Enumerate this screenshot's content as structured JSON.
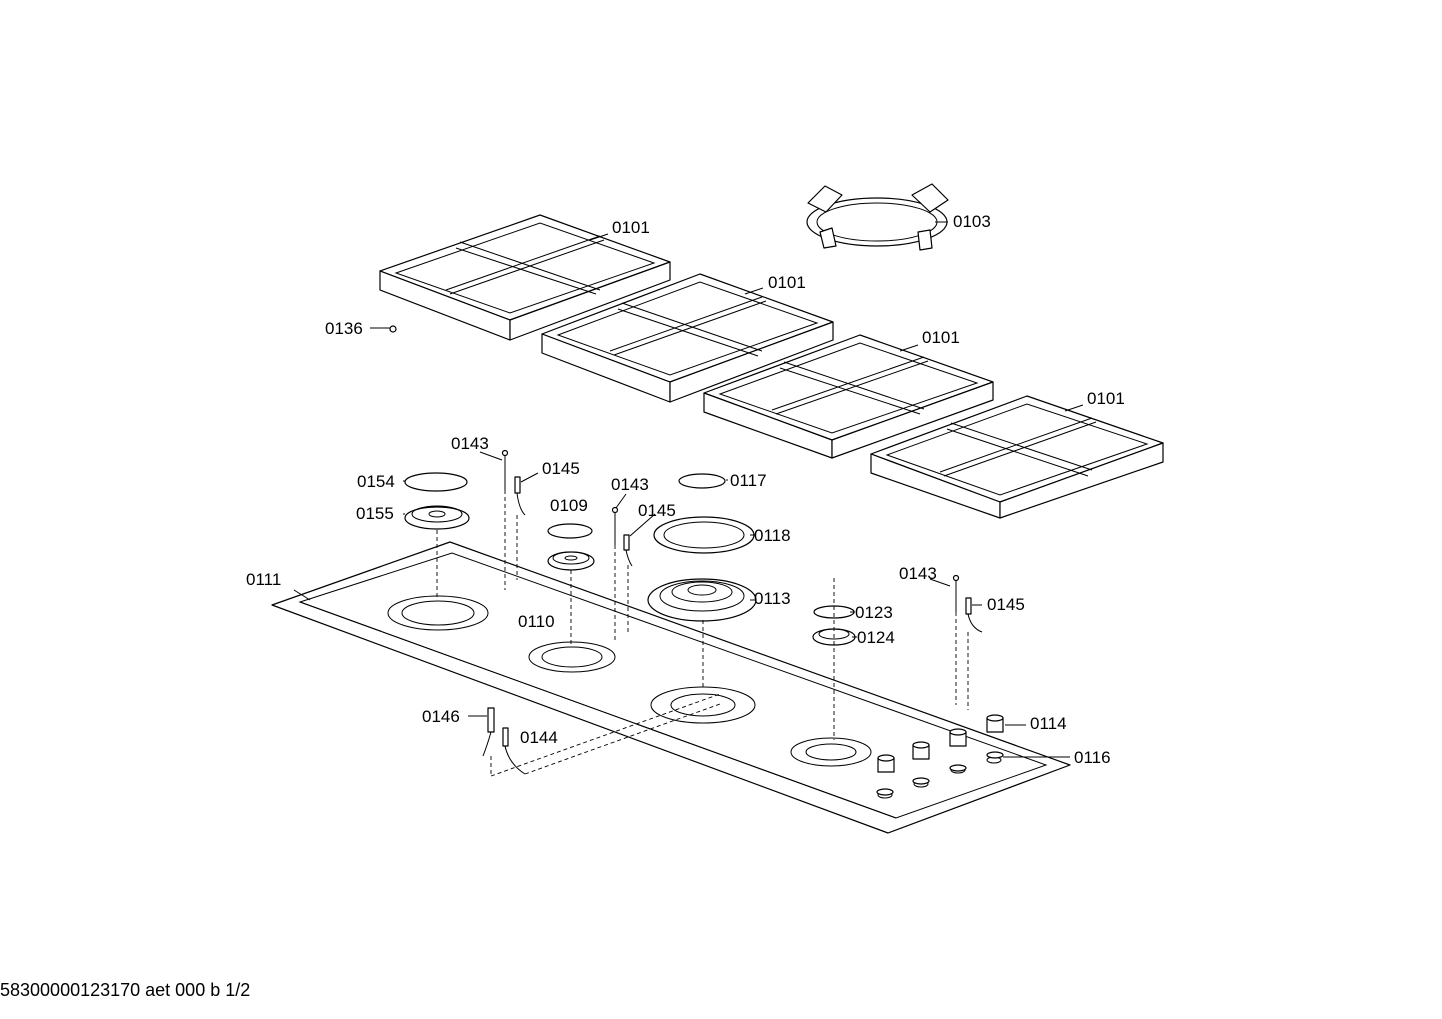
{
  "labels": {
    "grate_1": "0101",
    "grate_2": "0101",
    "grate_3": "0101",
    "grate_4": "0101",
    "wok_ring": "0103",
    "screw": "0136",
    "thermo_1": "0143",
    "ignitor_1": "0145",
    "cap_large_left": "0154",
    "head_large_left": "0155",
    "cap_small": "0109",
    "head_small": "0110",
    "thermo_2": "0143",
    "ignitor_2": "0145",
    "cap_wok_inner": "0117",
    "ring_wok_outer": "0118",
    "hob_top": "0111",
    "burner_wok": "0113",
    "cap_aux": "0123",
    "head_aux": "0124",
    "thermo_3": "0143",
    "ignitor_3": "0145",
    "thermocouple_lower": "0146",
    "ignitor_lower": "0144",
    "knob": "0114",
    "knob_seal": "0116"
  },
  "footer": {
    "doc_id": "58300000123170 aet 000 b 1/2"
  }
}
